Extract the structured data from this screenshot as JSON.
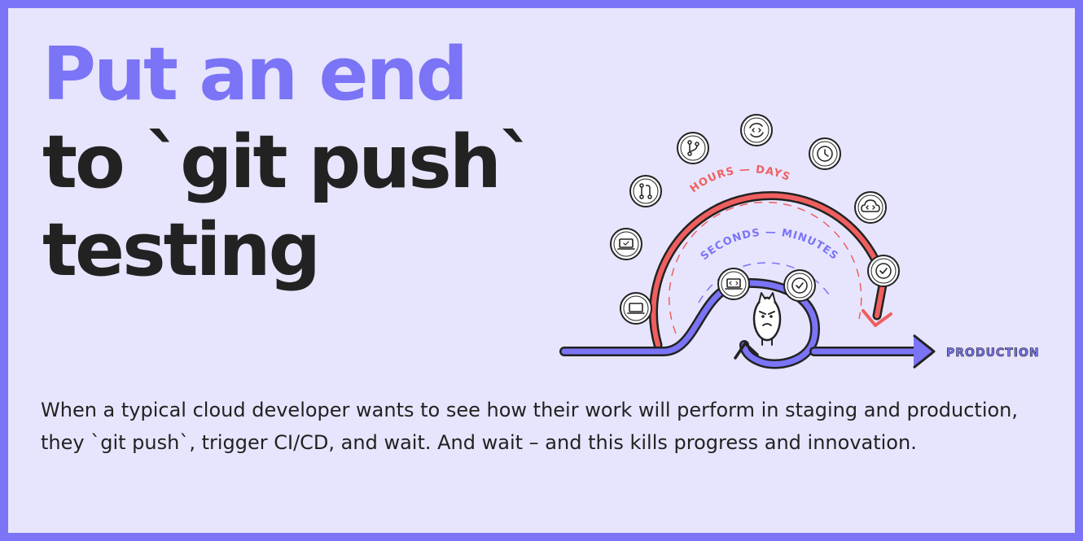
{
  "headline": {
    "line1": "Put an end",
    "line2": "to `git push`",
    "line3": "testing"
  },
  "description": "When a typical cloud developer wants to see how their work will perform in staging and production, they `git push`, trigger CI/CD, and wait. And wait – and this kills progress and innovation.",
  "diagram": {
    "slow_loop_label": "HOURS — DAYS",
    "fast_loop_label": "SECONDS — MINUTES",
    "destination_label": "PRODUCTION",
    "slow_loop_icons": [
      "laptop-icon",
      "laptop-icon",
      "pull-request-icon",
      "git-branch-icon",
      "code-refresh-icon",
      "clock-icon",
      "cloud-code-icon",
      "check-icon"
    ],
    "fast_loop_icons": [
      "laptop-code-icon",
      "check-icon"
    ],
    "mascot": "developer-mascot-icon"
  },
  "colors": {
    "background": "#e6e5fd",
    "border": "#7b74f6",
    "accent": "#7b74f6",
    "text": "#222222",
    "slow_loop": "#ef5f5f",
    "fast_loop": "#7b74f6"
  }
}
